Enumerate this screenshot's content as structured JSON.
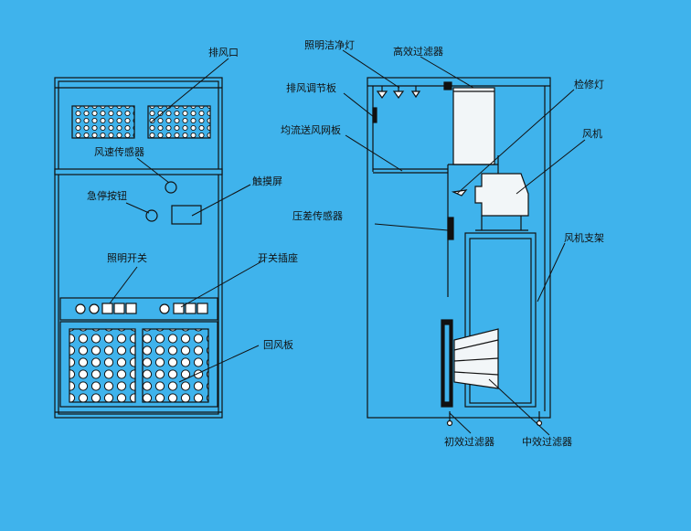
{
  "colors": {
    "background": "#3fb3ec",
    "line": "#111111",
    "panel": "#f2f6f8"
  },
  "front_view": {
    "labels": {
      "exhaust_port": "排风口",
      "air_speed_sensor": "风速传感器",
      "emergency_stop": "急停按钮",
      "touch_screen": "触摸屏",
      "light_switch": "照明开关",
      "switch_socket": "开关插座",
      "return_air_panel": "回风板"
    }
  },
  "side_view": {
    "labels": {
      "cleaning_lamp": "照明洁净灯",
      "hepa_filter": "高效过滤器",
      "exhaust_damper": "排风调节板",
      "maintenance_lamp": "检修灯",
      "diffuser_mesh": "均流送风网板",
      "fan": "风机",
      "pressure_sensor": "压差传感器",
      "fan_bracket": "风机支架",
      "primary_filter": "初效过滤器",
      "medium_filter": "中效过滤器"
    }
  }
}
